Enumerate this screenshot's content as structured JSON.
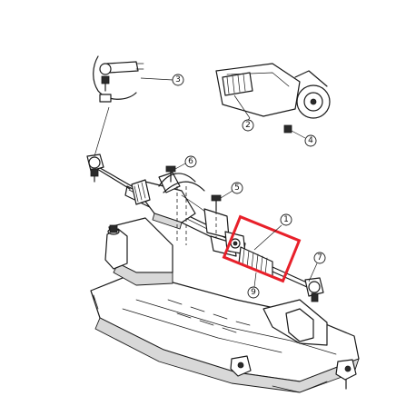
{
  "diagram": {
    "callouts": [
      {
        "id": "c1",
        "label": "1"
      },
      {
        "id": "c2",
        "label": "2"
      },
      {
        "id": "c3",
        "label": "3"
      },
      {
        "id": "c4",
        "label": "4"
      },
      {
        "id": "c5",
        "label": "5"
      },
      {
        "id": "c6",
        "label": "6"
      },
      {
        "id": "c7",
        "label": "7"
      },
      {
        "id": "c9",
        "label": "9"
      }
    ],
    "highlight_color": "#e8202a"
  }
}
